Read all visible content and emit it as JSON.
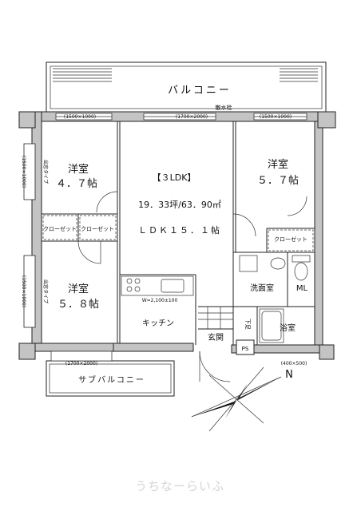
{
  "layout": {
    "type": "【３LDK】",
    "area": "19．33坪/63．90㎡",
    "ldk": "ＬＤＫ１５．１帖"
  },
  "rooms": {
    "west_north": {
      "name": "洋室",
      "size": "４．７帖"
    },
    "west_south": {
      "name": "洋室",
      "size": "５．８帖"
    },
    "east": {
      "name": "洋室",
      "size": "５．７帖"
    },
    "kitchen": "キッチン",
    "washroom": "洗面室",
    "bath": "浴室",
    "entrance": "玄関",
    "shoe_box": "下足",
    "storage": "ML"
  },
  "labels": {
    "balcony": "バルコニー",
    "sub_balcony": "サブバルコニー",
    "water_tap": "散水栓",
    "closet_a": "クローゼット",
    "closet_b": "クローゼット",
    "closet_c": "クローゼット",
    "window_type_1": "出窓タイプ",
    "window_type_2": "出窓タイプ",
    "ps": "PS",
    "kitchen_width": "W=2,100±100",
    "north": "N"
  },
  "dimensions": {
    "top_left": "(1500×1000)",
    "top_mid": "(1700×2000)",
    "top_right": "(1500×1000)",
    "side_upper": "(1500×1000)",
    "side_lower": "(1500×1000)",
    "sub_balcony_window": "(1700×2000)",
    "bath_window": "(400×500)"
  },
  "watermark": "うちなーらいふ"
}
